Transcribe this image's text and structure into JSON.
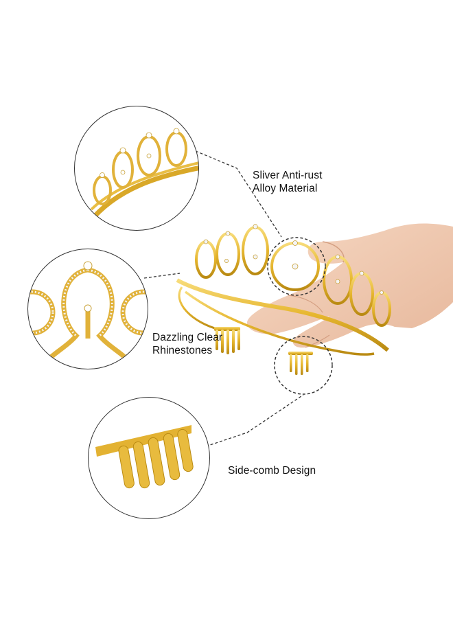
{
  "callouts": {
    "material": {
      "line1": "Sliver Anti-rust",
      "line2": "Alloy Material"
    },
    "rhinestones": {
      "line1": "Dazzling Clear",
      "line2": "Rhinestones"
    },
    "comb": {
      "line1": "Side-comb Design"
    }
  },
  "colors": {
    "gold": "#e6b62f",
    "gold_dark": "#b98a12",
    "gold_light": "#f7dc7a",
    "rhinestone": "#f4f4f4",
    "skin": "#f2cdb4",
    "skin_shadow": "#dba98c",
    "outline": "#333333"
  },
  "icons": [
    "tiara-product-photo",
    "hand-photo",
    "detail-circle-crown",
    "detail-circle-rhinestone",
    "detail-circle-comb"
  ]
}
